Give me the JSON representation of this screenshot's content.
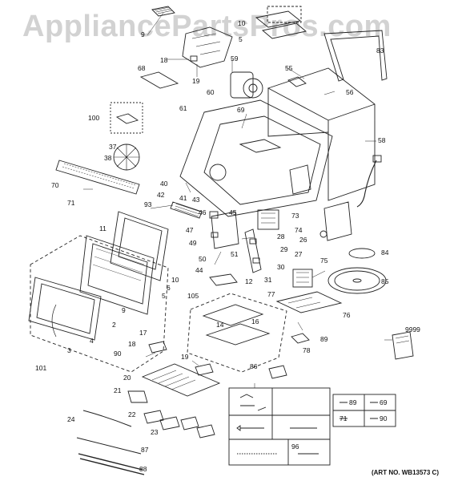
{
  "watermark": "AppliancePartsPros.com",
  "art_number": "(ART NO. WB13573 C)",
  "callouts": [
    "9",
    "10",
    "5",
    "83",
    "18",
    "19",
    "59",
    "55",
    "56",
    "68",
    "60",
    "61",
    "69",
    "58",
    "100",
    "37",
    "38",
    "70",
    "71",
    "40",
    "41",
    "42",
    "43",
    "93",
    "46",
    "47",
    "45",
    "73",
    "74",
    "28",
    "26",
    "27",
    "84",
    "49",
    "50",
    "51",
    "44",
    "12",
    "29",
    "30",
    "31",
    "75",
    "85",
    "11",
    "10",
    "6",
    "5",
    "9",
    "2",
    "4",
    "3",
    "101",
    "105",
    "14",
    "16",
    "77",
    "76",
    "89",
    "78",
    "9999",
    "17",
    "18",
    "90",
    "19",
    "20",
    "21",
    "22",
    "23",
    "86",
    "24",
    "87",
    "88"
  ],
  "hardware_legend": {
    "left_labels": [
      "89",
      "71"
    ],
    "right_labels": [
      "69",
      "90"
    ]
  },
  "kit_label": "96"
}
